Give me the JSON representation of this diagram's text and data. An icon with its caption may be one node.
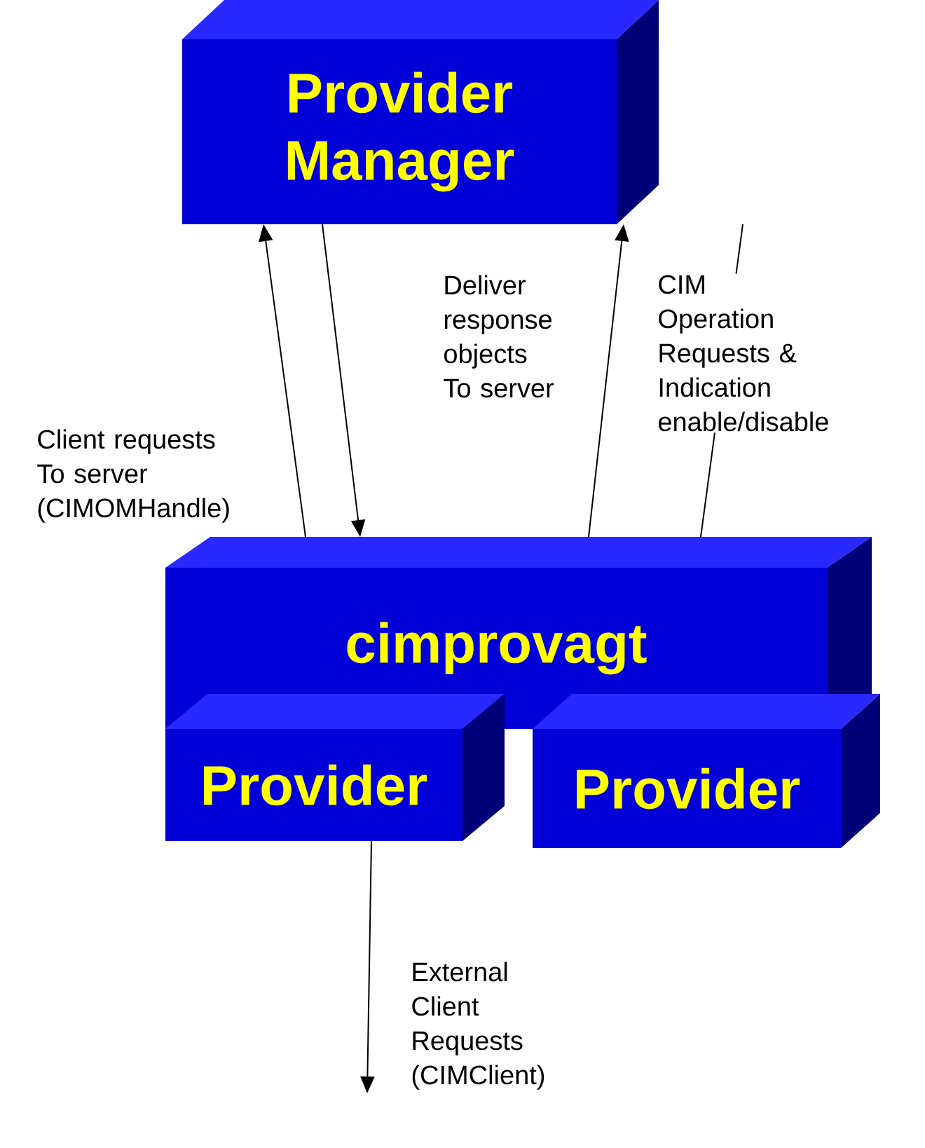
{
  "diagram": {
    "nodes": [
      {
        "text": [
          "Provider Manager"
        ]
      },
      {
        "text": [
          "cimprovagt"
        ]
      },
      {
        "text": [
          "Provider"
        ]
      },
      {
        "text": [
          "Provider"
        ]
      }
    ],
    "edges": [
      {
        "from": 1,
        "to": 0,
        "arrow": "to",
        "label": "Client requests To server (CIMOMHandle)"
      },
      {
        "from": 0,
        "to": 1,
        "arrow": "to"
      },
      {
        "from": 1,
        "to": 0,
        "arrow": "to",
        "label": "Deliver response objects To server"
      },
      {
        "from": 0,
        "to": 1,
        "arrow": "none",
        "label": "CIM Operation Requests & Indication enable/disable"
      },
      {
        "from": 2,
        "to": null,
        "arrow": "to",
        "label": "External Client Requests (CIMClient)"
      }
    ]
  }
}
